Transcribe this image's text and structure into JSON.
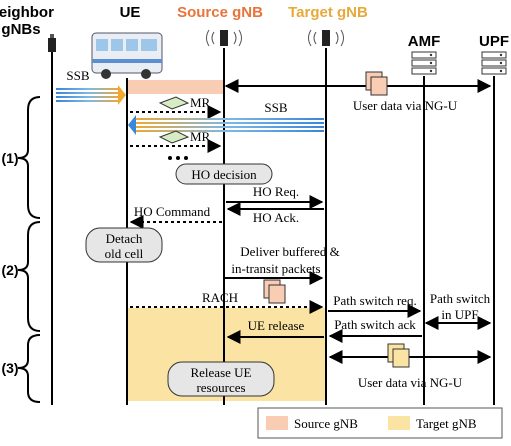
{
  "headers": {
    "neighbor_line1": "Neighbor",
    "neighbor_line2": "gNBs",
    "ue": "UE",
    "source": "Source gNB",
    "target": "Target gNB",
    "amf": "AMF",
    "upf": "UPF"
  },
  "colors": {
    "source": "#f8cdb4",
    "target": "#fbe4a3",
    "source_text": "#e8743b",
    "target_text": "#e8a93b",
    "ssb_blue": "#3a86d8",
    "ssb_orange": "#f0a830",
    "mr_green": "#d7ecc3"
  },
  "phases": [
    "(1)",
    "(2)",
    "(3)"
  ],
  "messages": {
    "ssb_left": "SSB",
    "ssb_right": "SSB",
    "mr1": "MR",
    "mr2": "MR",
    "user_data_1": "User data via NG-U",
    "ho_decision": "HO decision",
    "ho_req": "HO Req.",
    "ho_command": "HO Command",
    "ho_ack": "HO Ack.",
    "detach_line1": "Detach",
    "detach_line2": "old cell",
    "deliver_line1": "Deliver buffered &",
    "deliver_line2": "in-transit packets",
    "rach": "RACH",
    "path_switch_req": "Path switch req.",
    "path_switch_upf_line1": "Path switch",
    "path_switch_upf_line2": "in UPF",
    "ue_release": "UE release",
    "path_switch_ack": "Path switch ack",
    "release_line1": "Release UE",
    "release_line2": "resources",
    "user_data_2": "User data via NG-U"
  },
  "legend": {
    "source": "Source gNB",
    "target": "Target gNB"
  }
}
